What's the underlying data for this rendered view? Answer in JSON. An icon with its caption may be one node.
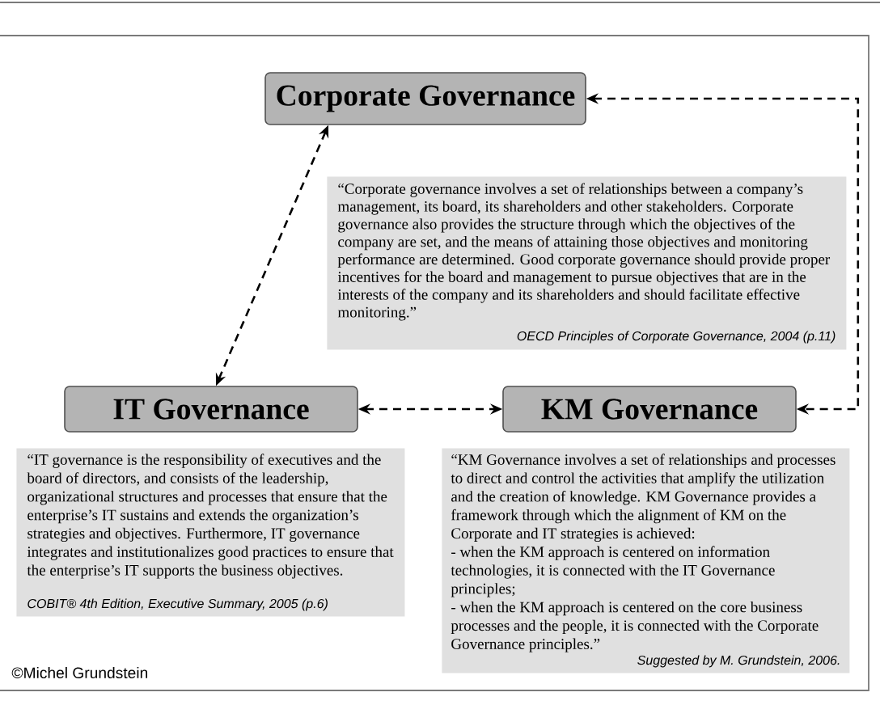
{
  "diagram": {
    "nodes": [
      {
        "text": [
          "Corporate Governance"
        ]
      },
      {
        "text": [
          "“Corporate governance involves a set of relationships between a company’s management, its board, its shareholders and other stakeholders. Corporate governance also provides the structure through which the objectives of the company are set, and the means of attaining those objectives and monitoring performance are determined. Good corporate governance should provide proper incentives for the board and management to pursue objectives that are in the interests of the company and its shareholders and should facilitate effective monitoring.”",
          "OECD Principles of Corporate Governance, 2004 (p.11)"
        ]
      },
      {
        "text": [
          "IT Governance"
        ]
      },
      {
        "text": [
          "KM Governance"
        ]
      },
      {
        "text": [
          "“IT governance is the responsibility of executives and the board of directors, and consists of the leadership, organizational structures and processes that ensure that the enterprise’s IT sustains and extends the organization’s strategies and objectives. Furthermore, IT governance integrates and institutionalizes good practices to ensure that the enterprise’s IT supports the business objectives.",
          "COBIT® 4th Edition, Executive Summary, 2005 (p.6)"
        ]
      },
      {
        "text": [
          "“KM Governance involves a set of relationships and processes to direct and control the activities that amplify the utilization and the creation of knowledge. KM Governance provides a framework through which the alignment of KM on the Corporate and IT strategies is achieved:",
          "- when the KM approach is centered on information technologies, it is connected with the IT Governance principles;",
          "- when the KM approach is centered on the core business processes and the people, it is connected with the Corporate Governance principles.”",
          "Suggested by M. Grundstein, 2006."
        ]
      }
    ],
    "edges": [
      {
        "from": 0,
        "to": 2,
        "arrow": "both",
        "style": "dashed"
      },
      {
        "from": 0,
        "to": 3,
        "arrow": "both",
        "style": "dashed"
      },
      {
        "from": 2,
        "to": 3,
        "arrow": "both",
        "style": "dashed"
      }
    ],
    "labels": [
      "©Michel Grundstein"
    ]
  }
}
